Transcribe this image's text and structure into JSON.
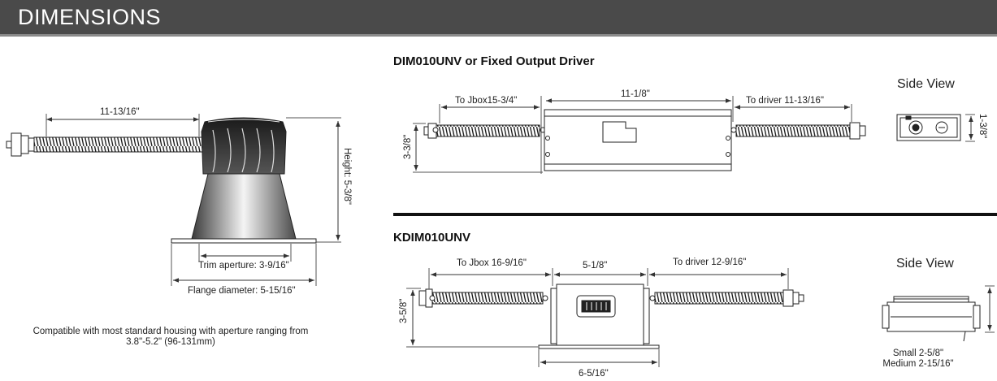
{
  "header": {
    "title": "DIMENSIONS"
  },
  "fixture": {
    "conduit_length": "11-13/16\"",
    "height": "Height: 5-3/8\"",
    "trim_aperture": "Trim aperture: 3-9/16\"",
    "flange_diameter": "Flange diameter: 5-15/16\""
  },
  "compat_note": {
    "line1": "Compatible with most standard housing with aperture ranging from",
    "line2": "3.8\"-5.2\" (96-131mm)"
  },
  "driver1": {
    "title": "DIM010UNV or Fixed Output Driver",
    "to_jbox": "To Jbox15-3/4\"",
    "length": "11-1/8\"",
    "to_driver": "To driver 11-13/16\"",
    "height": "3-3/8\"",
    "side_view_title": "Side View",
    "side_height": "1-3/8\""
  },
  "driver2": {
    "title": "KDIM010UNV",
    "to_jbox": "To Jbox  16-9/16\"",
    "length": "5-1/8\"",
    "to_driver": "To driver 12-9/16\"",
    "height": "3-5/8\"",
    "bottom_length": "6-5/16\"",
    "side_view_title": "Side View",
    "sizes_small": "Small 2-5/8\"",
    "sizes_medium": "Medium 2-15/16\""
  }
}
